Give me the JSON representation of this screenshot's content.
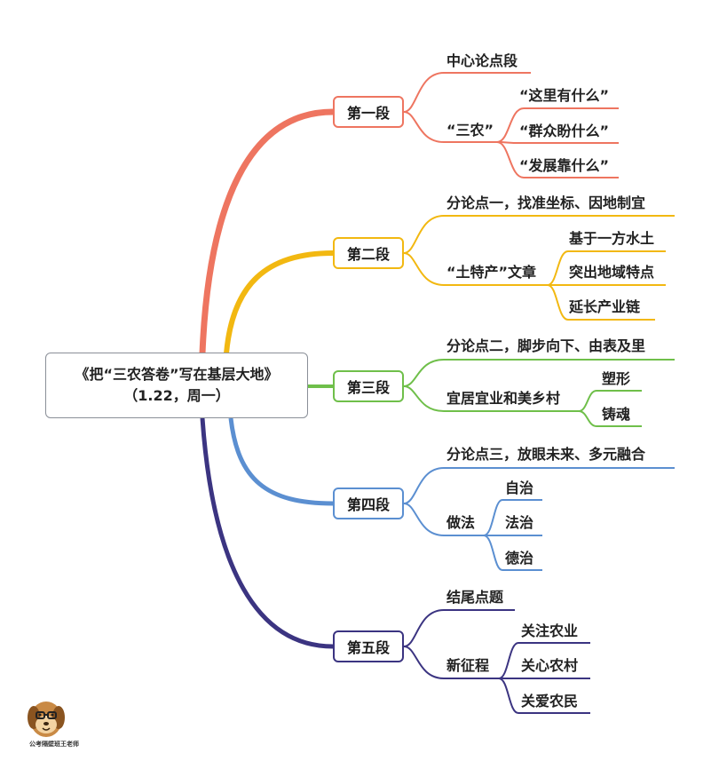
{
  "root": {
    "title": "《把“三农答卷”写在基层大地》",
    "subtitle": "（1.22，周一）"
  },
  "colors": {
    "s1": "#ee7560",
    "s2": "#f2b811",
    "s3": "#6fbf4a",
    "s4": "#5b8fd1",
    "s5": "#3b3481"
  },
  "sections": [
    {
      "label": "第一段",
      "main": "中心论点段",
      "group": "“三农”",
      "items": [
        "“这里有什么”",
        "“群众盼什么”",
        "“发展靠什么”"
      ]
    },
    {
      "label": "第二段",
      "main": "分论点一，找准坐标、因地制宜",
      "group": "“土特产”文章",
      "items": [
        "基于一方水土",
        "突出地域特点",
        "延长产业链"
      ]
    },
    {
      "label": "第三段",
      "main": "分论点二，脚步向下、由表及里",
      "group": "宜居宜业和美乡村",
      "items": [
        "塑形",
        "铸魂"
      ]
    },
    {
      "label": "第四段",
      "main": "分论点三，放眼未来、多元融合",
      "group": "做法",
      "items": [
        "自治",
        "法治",
        "德治"
      ]
    },
    {
      "label": "第五段",
      "main": "结尾点题",
      "group": "新征程",
      "items": [
        "关注农业",
        "关心农村",
        "关爱农民"
      ]
    }
  ],
  "watermark": "公考隔壁班王老师"
}
